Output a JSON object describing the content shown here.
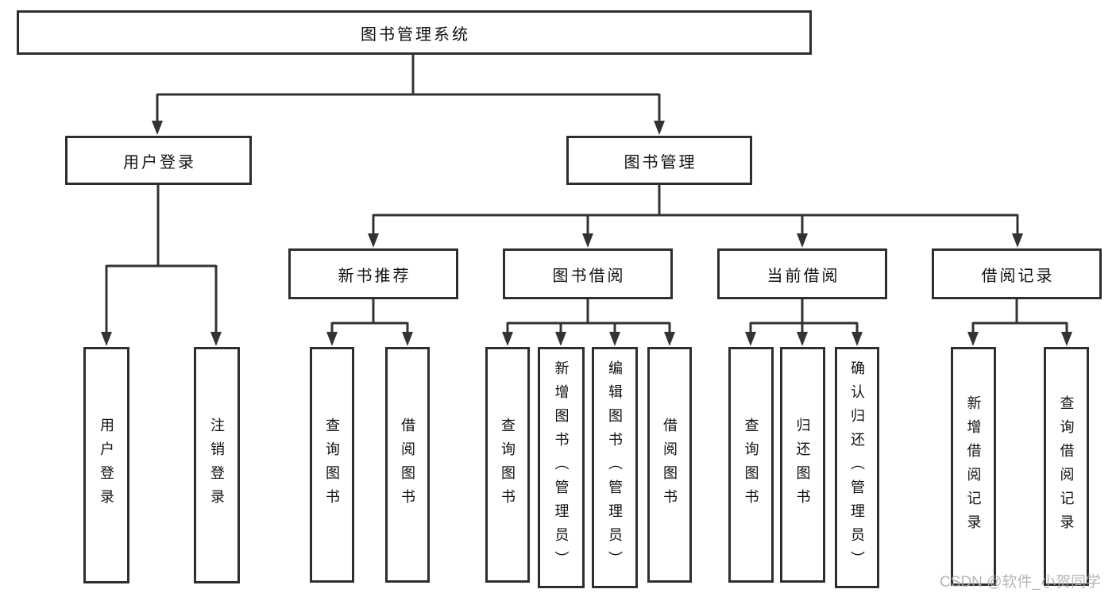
{
  "diagram": {
    "title": "图书管理系统",
    "watermark": "CSDN @软件_小贺同学",
    "colors": {
      "line": "#333333",
      "box_border": "#2e2e2e",
      "text": "#111111",
      "watermark": "#afafaf",
      "background": "#ffffff"
    },
    "tree": {
      "label": "图书管理系统",
      "children": [
        {
          "label": "用户登录",
          "children": [
            {
              "label": "用户登录"
            },
            {
              "label": "注销登录"
            }
          ]
        },
        {
          "label": "图书管理",
          "children": [
            {
              "label": "新书推荐",
              "children": [
                {
                  "label": "查询图书"
                },
                {
                  "label": "借阅图书"
                }
              ]
            },
            {
              "label": "图书借阅",
              "children": [
                {
                  "label": "查询图书"
                },
                {
                  "label": "新增图书（管理员）"
                },
                {
                  "label": "编辑图书（管理员）"
                },
                {
                  "label": "借阅图书"
                }
              ]
            },
            {
              "label": "当前借阅",
              "children": [
                {
                  "label": "查询图书"
                },
                {
                  "label": "归还图书"
                },
                {
                  "label": "确认归还（管理员）"
                }
              ]
            },
            {
              "label": "借阅记录",
              "children": [
                {
                  "label": "新增借阅记录"
                },
                {
                  "label": "查询借阅记录"
                }
              ]
            }
          ]
        }
      ]
    }
  }
}
